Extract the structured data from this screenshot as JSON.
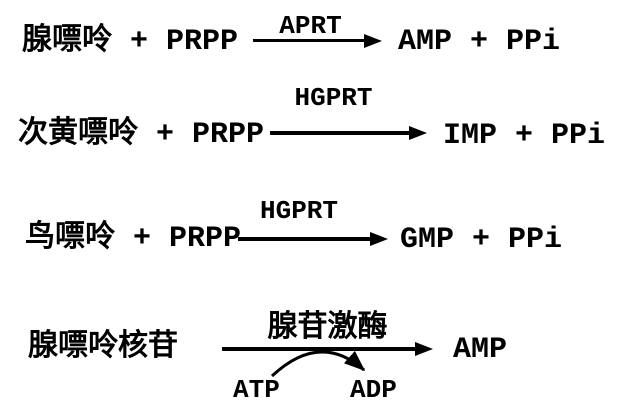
{
  "diagram": {
    "background_color": "#ffffff",
    "ink_color": "#000000",
    "reactions": [
      {
        "substrate": "腺嘌呤 + PRPP",
        "enzyme": "APRT",
        "product": "AMP + PPi"
      },
      {
        "substrate": "次黄嘌呤 + PRPP",
        "enzyme": "HGPRT",
        "product": "IMP + PPi"
      },
      {
        "substrate": "鸟嘌呤 + PRPP",
        "enzyme": "HGPRT",
        "product": "GMP + PPi"
      },
      {
        "substrate": "腺嘌呤核苷",
        "enzyme": "腺苷激酶",
        "product": "AMP",
        "cofactor_in": "ATP",
        "cofactor_out": "ADP"
      }
    ]
  }
}
